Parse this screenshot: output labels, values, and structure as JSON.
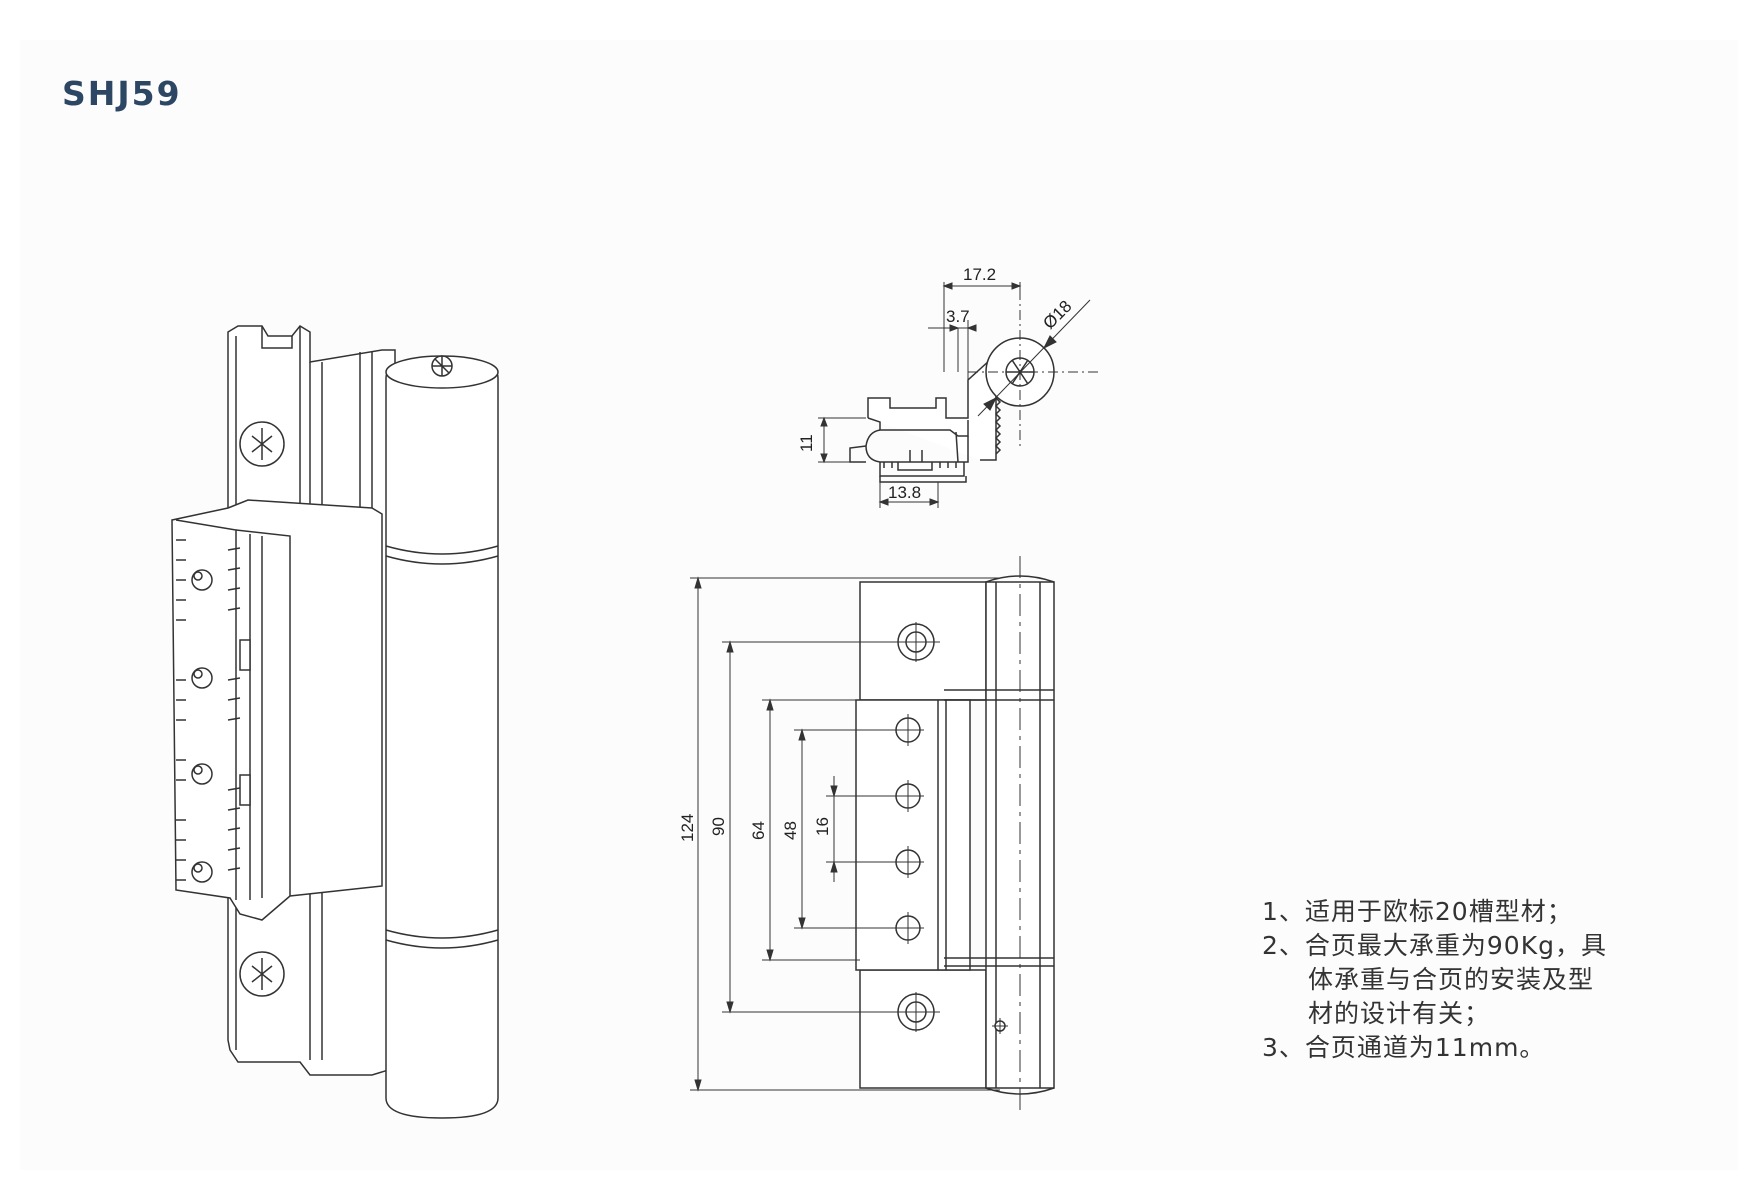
{
  "title": "SHJ59",
  "top_view": {
    "dimensions": {
      "width_17_2": "17.2",
      "offset_3_7": "3.7",
      "diameter_18": "Ø18",
      "height_11": "11",
      "width_13_8": "13.8"
    }
  },
  "front_view": {
    "dimensions": {
      "overall_124": "124",
      "screw_90": "90",
      "plate_64": "64",
      "holes_48": "48",
      "pitch_16": "16"
    }
  },
  "notes": [
    "1、适用于欧标20槽型材；",
    "2、合页最大承重为90Kg，具",
    "体承重与合页的安装及型",
    "材的设计有关；",
    "3、合页通道为11mm。"
  ]
}
